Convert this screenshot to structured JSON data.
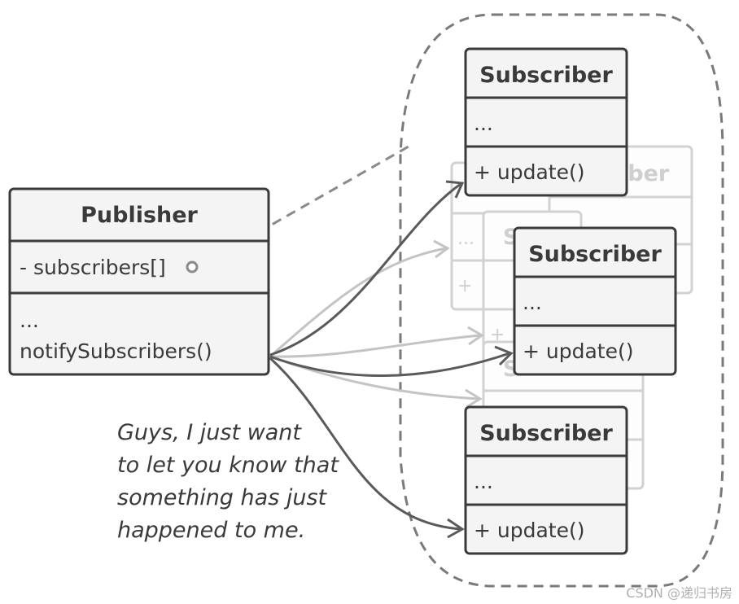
{
  "publisher": {
    "title": "Publisher",
    "field": "- subscribers[]",
    "ellipsis": "...",
    "method": "notifySubscribers()"
  },
  "subscriber_top": {
    "title": "Subscriber",
    "ellipsis": "...",
    "method": "+ update()"
  },
  "subscriber_middle": {
    "title": "Subscriber",
    "ellipsis": "...",
    "method": "+ update()"
  },
  "subscriber_bottom": {
    "title": "Subscriber",
    "ellipsis": "...",
    "method": "+ update()"
  },
  "ghost_subscribers": {
    "title_fragment": "iber",
    "s_fragment": "S",
    "ellipsis": "...",
    "plus": "+"
  },
  "note": {
    "line1": "Guys, I just want",
    "line2": "to let you know that",
    "line3": "something has just",
    "line4": "happened to me."
  },
  "watermark": "CSDN @递归书房"
}
